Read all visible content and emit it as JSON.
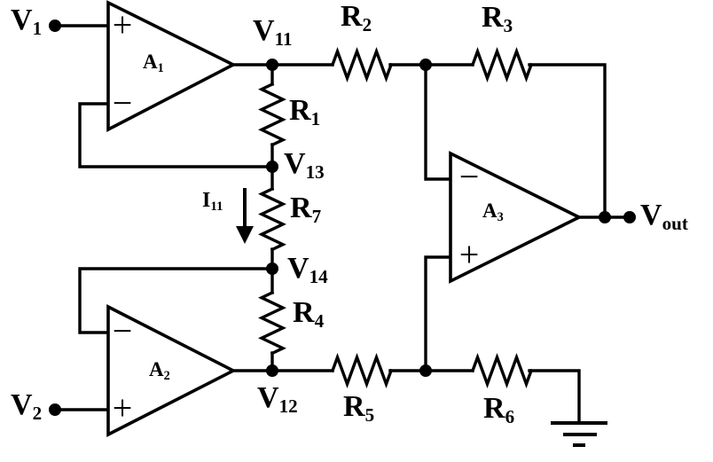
{
  "colors": {
    "ink": "#000000",
    "background": "#ffffff"
  },
  "terminals": {
    "v1": {
      "base": "V",
      "sub": "1"
    },
    "v2": {
      "base": "V",
      "sub": "2"
    },
    "vout": {
      "base": "V",
      "sub": "out"
    }
  },
  "nodes": {
    "v11": {
      "base": "V",
      "sub": "11"
    },
    "v12": {
      "base": "V",
      "sub": "12"
    },
    "v13": {
      "base": "V",
      "sub": "13"
    },
    "v14": {
      "base": "V",
      "sub": "14"
    }
  },
  "resistors": {
    "r1": {
      "base": "R",
      "sub": "1"
    },
    "r2": {
      "base": "R",
      "sub": "2"
    },
    "r3": {
      "base": "R",
      "sub": "3"
    },
    "r4": {
      "base": "R",
      "sub": "4"
    },
    "r5": {
      "base": "R",
      "sub": "5"
    },
    "r6": {
      "base": "R",
      "sub": "6"
    },
    "r7": {
      "base": "R",
      "sub": "7"
    }
  },
  "current": {
    "i11": {
      "base": "I",
      "sub": "11"
    }
  },
  "opamps": {
    "a1": {
      "base": "A",
      "sub": "1",
      "plus": "+",
      "minus": "−"
    },
    "a2": {
      "base": "A",
      "sub": "2",
      "plus": "+",
      "minus": "−"
    },
    "a3": {
      "base": "A",
      "sub": "3",
      "plus": "+",
      "minus": "−"
    }
  }
}
